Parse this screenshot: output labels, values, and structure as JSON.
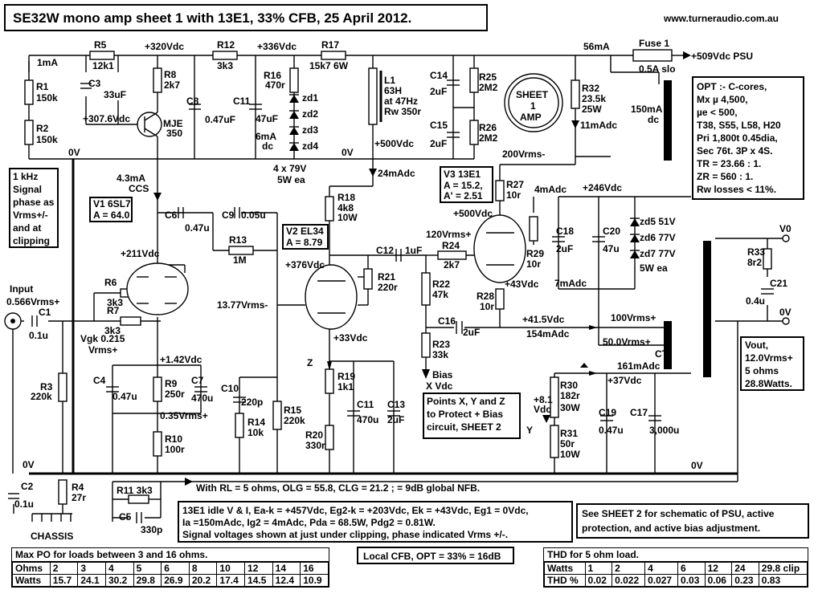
{
  "title": "SE32W mono amp sheet 1 with 13E1, 33% CFB, 25 April 2012.",
  "url": "www.turneraudio.com.au",
  "rails": {
    "v320": "+320Vdc",
    "v336": "+336Vdc",
    "v509": "+509Vdc PSU",
    "i56": "56mA",
    "v500": "+500Vdc",
    "v500b": "+500Vdc",
    "v307": "+307.6Vdc",
    "v246": "+246Vdc",
    "i24": "24mAdc",
    "i11": "11mAdc",
    "i150": "150mA",
    "i150dc": "dc",
    "i4": "4mAdc",
    "i7": "7mAdc",
    "i161": "161mAdc",
    "i154": "154mAdc",
    "i43": "4.3mA",
    "ccs": "CCS",
    "i1": "1mA",
    "i6": "6mA",
    "i6dc": "dc",
    "zv": "4 x 79V",
    "zv2": "5W ea",
    "v211": "+211Vdc",
    "v376": "+376Vdc",
    "v33": "+33Vdc",
    "v43": "+43Vdc",
    "v415": "+41.5Vdc",
    "v37": "+37Vdc",
    "v142": "+1.42Vdc",
    "v035": "0.35Vrms+",
    "v1377": "13.77Vrms-",
    "v120": "120Vrms+",
    "v200": "200Vrms-",
    "v100": "100Vrms+",
    "v50": "50.0Vrms+",
    "vgk1": "Vgk 0.215",
    "vgk2": "Vrms+",
    "v81a": "+8.1",
    "v81b": "Vdc",
    "ct": "CT",
    "ov": "0V"
  },
  "parts": {
    "R1": "R1",
    "R1v": "150k",
    "R2": "R2",
    "R2v": "150k",
    "R3": "R3",
    "R3v": "220k",
    "R4": "R4",
    "R4v": "27r",
    "R5": "R5",
    "R5v": "12k1",
    "R6": "R6",
    "R6v": "3k3",
    "R7": "R7",
    "R7v": "3k3",
    "R8": "R8",
    "R8v": "2k7",
    "R9": "R9",
    "R9v": "250r",
    "R10": "R10",
    "R10v": "100r",
    "R11": "R11 3k3",
    "R12": "R12",
    "R12v": "3k3",
    "R13": "R13",
    "R13v": "1M",
    "R14": "R14",
    "R14v": "10k",
    "R15": "R15",
    "R15v": "220k",
    "R16": "R16",
    "R16v": "470r",
    "R17": "R17",
    "R17v": "15k7 6W",
    "R18": "R18",
    "R18v": "4k8",
    "R18w": "10W",
    "R19": "R19",
    "R19v": "1k1",
    "R20": "R20",
    "R20v": "330r",
    "R21": "R21",
    "R21v": "220r",
    "R22": "R22",
    "R22v": "47k",
    "R23": "R23",
    "R23v": "33k",
    "R24": "R24",
    "R24v": "2k7",
    "R25": "R25",
    "R25v": "2M2",
    "R26": "R26",
    "R26v": "2M2",
    "R27": "R27",
    "R27v": "10r",
    "R28": "R28",
    "R28v": "10r",
    "R29": "R29",
    "R29v": "10r",
    "R30": "R30",
    "R30v": "182r",
    "R30w": "30W",
    "R31": "R31",
    "R31v": "50r",
    "R31w": "10W",
    "R32": "R32",
    "R32v": "23.5k",
    "R32w": "25W",
    "R33": "R33",
    "R33v": "8r2",
    "C1": "C1",
    "C1v": "0.1u",
    "C2": "C2",
    "C2v": "0.1u",
    "C3": "C3",
    "C3v": "33uF",
    "C4": "C4",
    "C4v": "0.47u",
    "C5": "C5",
    "C5v": "330p",
    "C6": "C6",
    "C6v": "0.47u",
    "C7": "C7",
    "C7v": "470u",
    "C8": "C8",
    "C8v": "0.47uF",
    "C9": "C9",
    "C9v": "0.05u",
    "C10": "C10",
    "C10v": "220p",
    "C11": "C11",
    "C11v": "47uF",
    "C11b": "C11",
    "C11bv": "470u",
    "C12": "C12",
    "C12v": "1uF",
    "C13": "C13",
    "C13v": "2uF",
    "C14": "C14",
    "C14v": "2uF",
    "C15": "C15",
    "C15v": "2uF",
    "C16": "C16",
    "C16v": "2uF",
    "C17": "C17",
    "C17v": "3,000u",
    "C18": "C18",
    "C18v": "2uF",
    "C19": "C19",
    "C19v": "0.47u",
    "C20": "C20",
    "C20v": "47u",
    "C21": "C21",
    "C21v": "0.4u",
    "L1": "L1",
    "L1a": "63H",
    "L1b": "at 47Hz",
    "L1c": "Rw 350r",
    "Q1": "MJE",
    "Q1b": "350",
    "zd1": "zd1",
    "zd2": "zd2",
    "zd3": "zd3",
    "zd4": "zd4",
    "zd5": "zd5 51V",
    "zd6": "zd6 77V",
    "zd7": "zd7 77V",
    "zd7b": "5W ea",
    "fuse": "Fuse 1",
    "fusev": "0.5A slo"
  },
  "labels": {
    "v1a": "V1 6SL7",
    "v1b": "A = 64.0",
    "v2a": "V2 EL34",
    "v2b": "A = 8.79",
    "v3a": "V3  13E1",
    "v3b": "A = 15.2,",
    "v3c": "A' = 2.51",
    "sig1": "1 kHz",
    "sig2": "Signal",
    "sig3": "phase as",
    "sig4": "Vrms+/-",
    "sig5": "and at",
    "sig6": "clipping",
    "in1": "Input",
    "in2": "0.566Vrms+",
    "sheet1": "SHEET",
    "sheet2": "1",
    "sheet3": "AMP",
    "bias1": "Bias",
    "bias2": "X Vdc",
    "pts1": "Points X, Y and Z",
    "pts2": "to Protect + Bias",
    "pts3": "circuit, SHEET 2",
    "z": "Z",
    "y": "Y",
    "chassis": "CHASSIS",
    "v0": "V0",
    "ov0": "0V",
    "vout1": "Vout,",
    "vout2": "12.0Vrms+",
    "vout3": "5 ohms",
    "vout4": "28.8Watts.",
    "opt": [
      "OPT :- C-cores,",
      "Mx µ 4,500,",
      "µe < 500,",
      "T38, S55, L58, H20",
      "Pri 1,800t 0.45dia,",
      "Sec 76t. 3P x 4S.",
      "TR = 23.66 : 1.",
      "ZR = 560 : 1.",
      "Rw losses < 11%."
    ],
    "nfb": "With RL = 5 ohms, OLG = 55.8, CLG = 21.2 ; = 9dB global NFB.",
    "idle": [
      "13E1 idle V & I, Ea-k = +457Vdc, Eg2-k = +203Vdc, Ek = +43Vdc, Eg1 = 0Vdc,",
      "Ia =150mAdc, Ig2 = 4mAdc, Pda = 68.5W, Pdg2 = 0.81W.",
      "Signal voltages shown at just under clipping, phase indicated Vrms +/-."
    ],
    "see": [
      "See SHEET 2 for schematic of PSU, active",
      "protection, and active bias adjustment."
    ],
    "cfb": "Local CFB, OPT = 33% = 16dB"
  },
  "po_table": {
    "caption": "Max PO for loads between 3 and 16 ohms.",
    "row1_head": "Ohms",
    "row2_head": "Watts",
    "ohms": [
      "2",
      "3",
      "4",
      "5",
      "6",
      "8",
      "10",
      "12",
      "14",
      "16"
    ],
    "watts": [
      "15.7",
      "24.1",
      "30.2",
      "29.8",
      "26.9",
      "20.2",
      "17.4",
      "14.5",
      "12.4",
      "10.9"
    ]
  },
  "thd_table": {
    "caption": "THD for 5 ohm load.",
    "row1_head": "Watts",
    "row2_head": "THD %",
    "watts": [
      "1",
      "2",
      "4",
      "6",
      "12",
      "24",
      "29.8 clip"
    ],
    "thd": [
      "0.02",
      "0.022",
      "0.027",
      "0.03",
      "0.06",
      "0.23",
      "0.83"
    ]
  }
}
